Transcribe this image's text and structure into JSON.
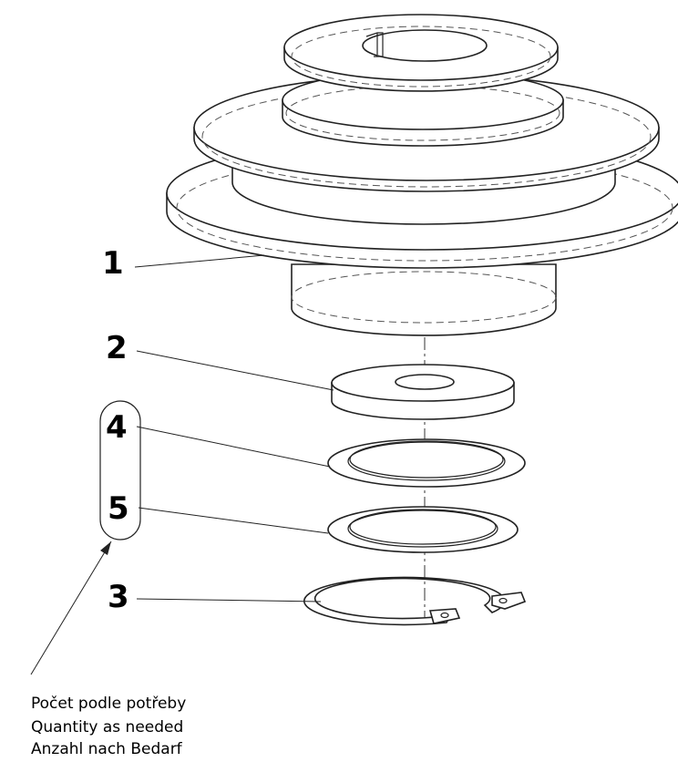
{
  "callouts": {
    "part1": "1",
    "part2": "2",
    "part3": "3",
    "part4": "4",
    "part5": "5"
  },
  "note": {
    "line_cz": "Počet podle potřeby",
    "line_en": "Quantity as needed",
    "line_de": "Anzahl nach Bedarf"
  }
}
